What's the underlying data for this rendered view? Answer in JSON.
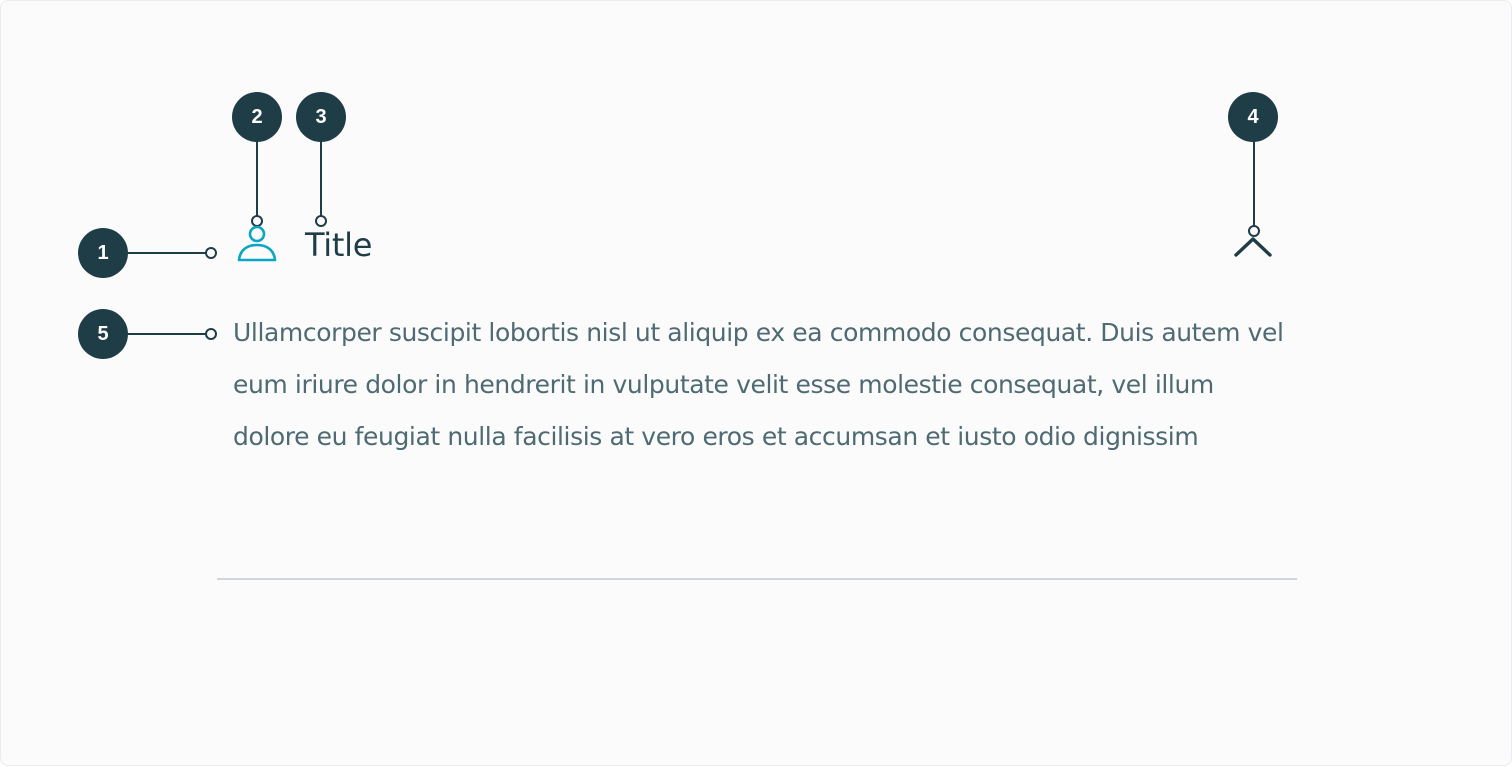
{
  "callouts": {
    "c1": "1",
    "c2": "2",
    "c3": "3",
    "c4": "4",
    "c5": "5"
  },
  "accordion": {
    "title": "Title",
    "icon": "user-icon",
    "toggle_icon": "chevron-up-icon",
    "body": "Ullamcorper suscipit lobortis nisl ut aliquip ex ea commodo consequat. Duis autem vel eum iriure dolor in hendrerit in vulputate velit esse molestie consequat, vel illum dolore eu feugiat nulla facilisis at vero eros et accumsan et iusto odio dignissim"
  },
  "colors": {
    "badge": "#1f3d47",
    "title": "#1f3d47",
    "icon_accent": "#0aa6c2",
    "body_text": "#4e6a72",
    "divider": "#d3d6d8",
    "background": "#fbfbfc"
  }
}
